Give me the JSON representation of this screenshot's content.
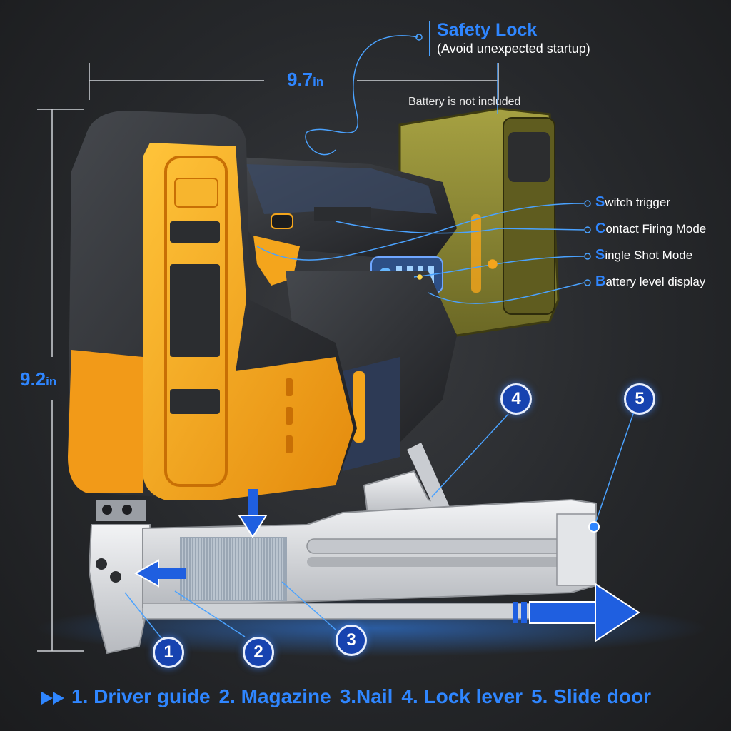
{
  "safety_lock": {
    "title": "Safety Lock",
    "subtitle": "(Avoid unexpected startup)"
  },
  "battery_note": "Battery is not included",
  "dimensions": {
    "width_value": "9.7",
    "height_value": "9.2",
    "unit": "in"
  },
  "features": [
    {
      "initial": "S",
      "rest": "witch trigger"
    },
    {
      "initial": "C",
      "rest": "ontact Firing Mode"
    },
    {
      "initial": "S",
      "rest": "ingle Shot Mode"
    },
    {
      "initial": "B",
      "rest": "attery level display"
    }
  ],
  "callouts": [
    "1",
    "2",
    "3",
    "4",
    "5"
  ],
  "legend": [
    "1. Driver guide",
    "2. Magazine",
    "3.Nail",
    "4. Lock lever",
    "5. Slide door"
  ],
  "colors": {
    "accent_blue": "#2f86ff",
    "tool_yellow": "#f4a51c",
    "tool_black": "#2b2d30",
    "battery_olive": "#8b8633",
    "magazine_silver": "#d8dadd"
  },
  "icons": [
    "play-double-arrow-icon",
    "down-arrow-icon",
    "left-arrow-icon",
    "right-arrow-icon"
  ]
}
